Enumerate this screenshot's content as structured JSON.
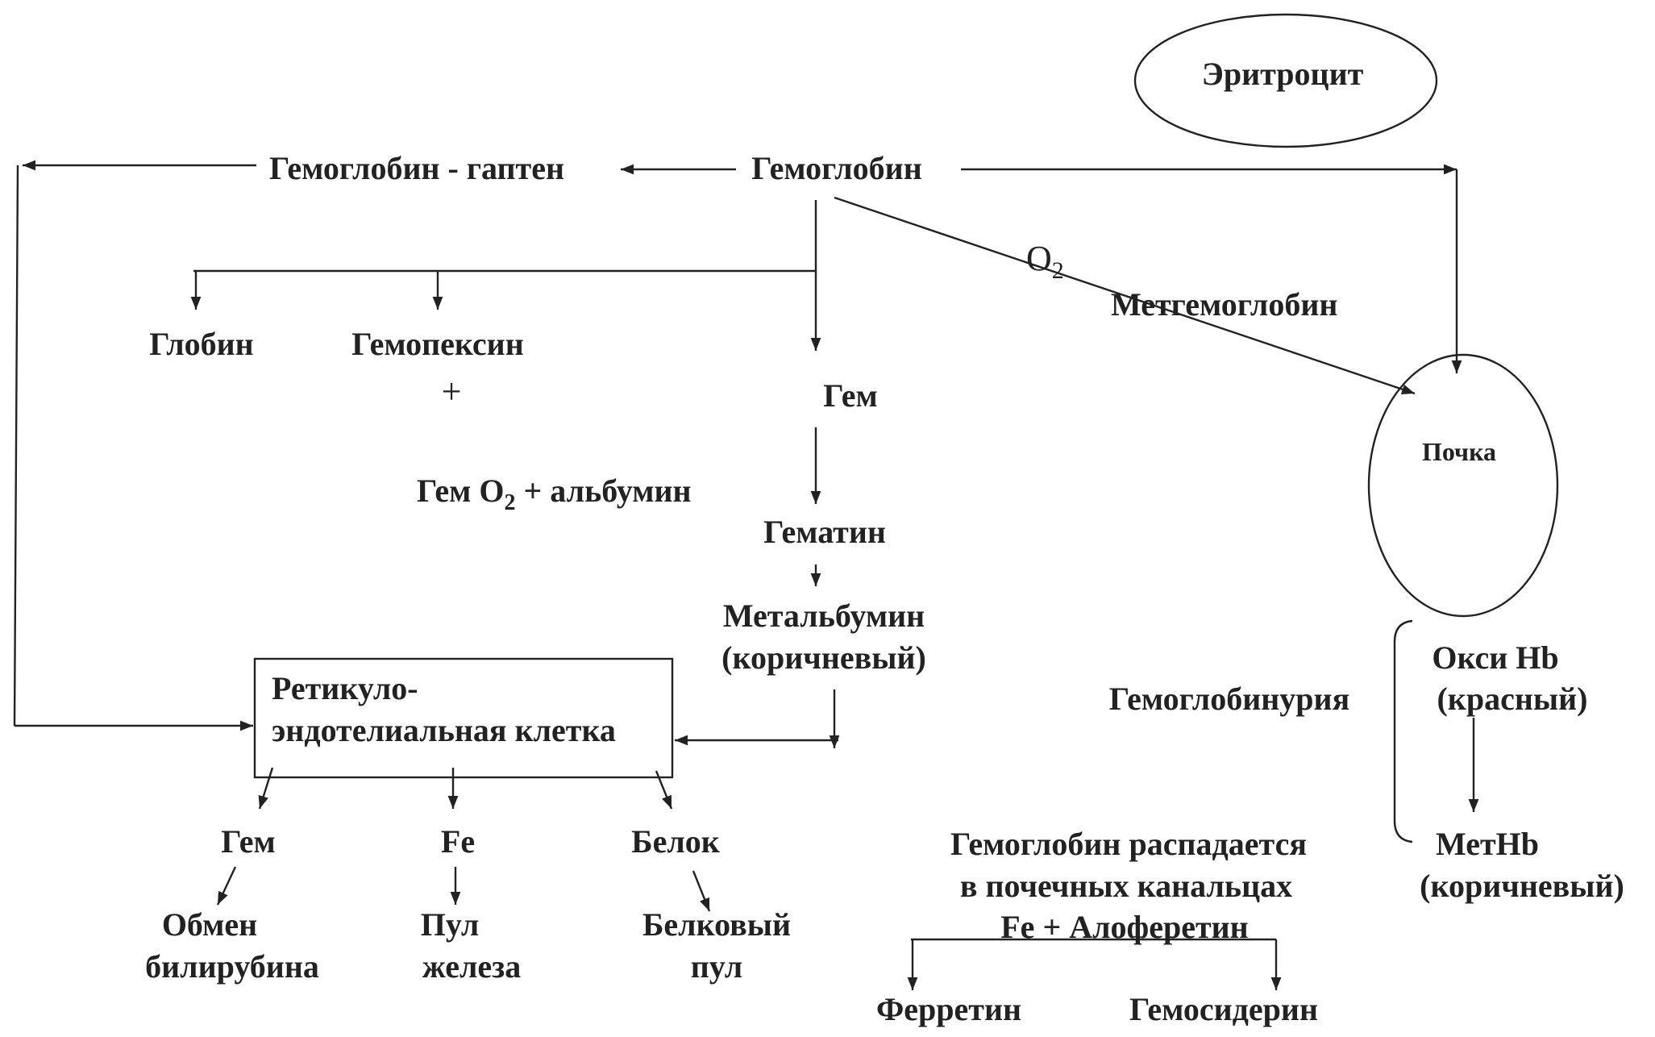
{
  "nodes": {
    "erythrocyte": "Эритроцит",
    "hemoglobin": "Гемоглобин",
    "hb_hapten": "Гемоглобин - гаптен",
    "o2_base": "O",
    "o2_sub": "2",
    "methemoglobin": "Метгемоглобин",
    "kidney": "Почка",
    "globin": "Глобин",
    "hemopexin": "Гемопексин",
    "plus": "+",
    "heme_o2_a": "Гем O",
    "heme_o2_sub": "2",
    "heme_o2_b": " + альбумин",
    "heme": "Гем",
    "hematin": "Гематин",
    "metalbumin_1": "Метальбумин",
    "metalbumin_2": "(коричневый)",
    "re_cell_1": "Ретикуло-",
    "re_cell_2": "эндотелиальная клетка",
    "out_heme": "Гем",
    "out_fe": "Fe",
    "out_protein": "Белок",
    "bilirubin_1": "Обмен",
    "bilirubin_2": "билирубина",
    "iron_pool_1": "Пул",
    "iron_pool_2": "железа",
    "protein_pool_1": "Белковый",
    "protein_pool_2": "пул",
    "hemoglobinuria": "Гемоглобинурия",
    "oxy_hb_1": "Окси Hb",
    "oxy_hb_2": "(красный)",
    "met_hb_1": "МетHb",
    "met_hb_2": "(коричневый)",
    "decay_1": "Гемоглобин распадается",
    "decay_2": "в почечных канальцах",
    "decay_3": "Fe + Алоферетин",
    "ferritin": "Ферретин",
    "hemosiderin": "Гемосидерин"
  }
}
